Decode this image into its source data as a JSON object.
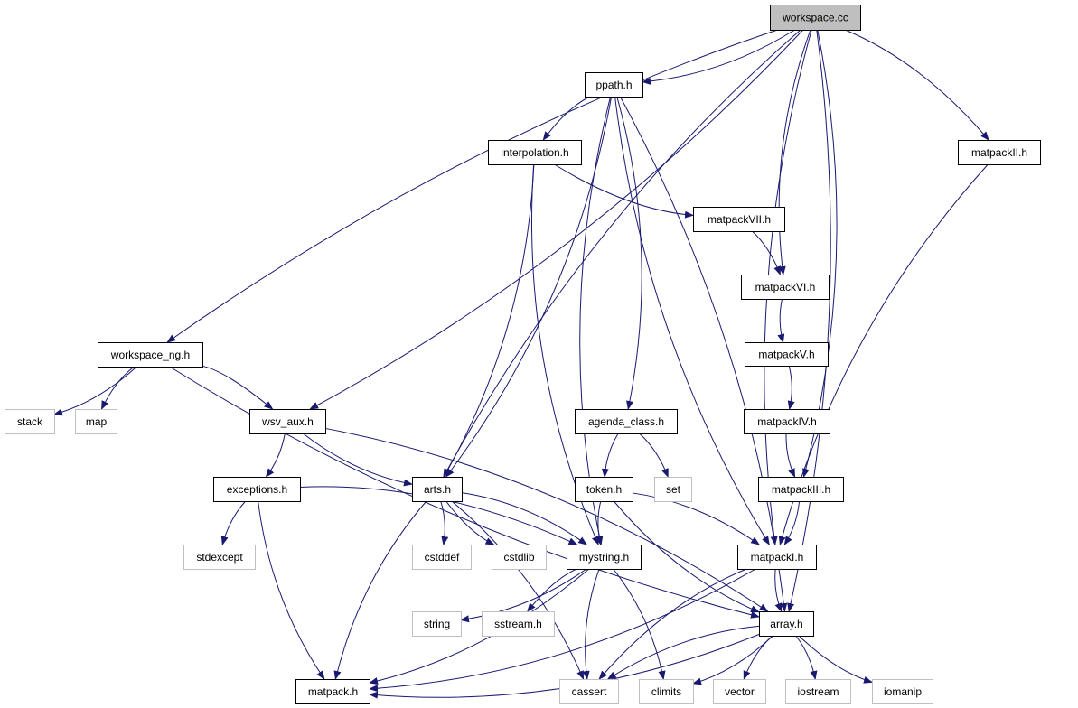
{
  "title": "workspace.cc include dependency graph",
  "colors": {
    "edge": "#191970",
    "root_fill": "#bfbfbf",
    "node_border": "#000000",
    "external_border": "#bfbfbf",
    "background": "#ffffff"
  },
  "nodes": [
    {
      "id": "workspace_cc",
      "label": "workspace.cc",
      "kind": "root"
    },
    {
      "id": "ppath_h",
      "label": "ppath.h",
      "kind": "local"
    },
    {
      "id": "matpackII_h",
      "label": "matpackII.h",
      "kind": "local"
    },
    {
      "id": "interpolation_h",
      "label": "interpolation.h",
      "kind": "local"
    },
    {
      "id": "matpackVII_h",
      "label": "matpackVII.h",
      "kind": "local"
    },
    {
      "id": "matpackVI_h",
      "label": "matpackVI.h",
      "kind": "local"
    },
    {
      "id": "matpackV_h",
      "label": "matpackV.h",
      "kind": "local"
    },
    {
      "id": "workspace_ng_h",
      "label": "workspace_ng.h",
      "kind": "local"
    },
    {
      "id": "stack",
      "label": "stack",
      "kind": "external"
    },
    {
      "id": "map",
      "label": "map",
      "kind": "external"
    },
    {
      "id": "wsv_aux_h",
      "label": "wsv_aux.h",
      "kind": "local"
    },
    {
      "id": "agenda_class_h",
      "label": "agenda_class.h",
      "kind": "local"
    },
    {
      "id": "matpackIV_h",
      "label": "matpackIV.h",
      "kind": "local"
    },
    {
      "id": "exceptions_h",
      "label": "exceptions.h",
      "kind": "local"
    },
    {
      "id": "arts_h",
      "label": "arts.h",
      "kind": "local"
    },
    {
      "id": "token_h",
      "label": "token.h",
      "kind": "local"
    },
    {
      "id": "set",
      "label": "set",
      "kind": "external"
    },
    {
      "id": "matpackIII_h",
      "label": "matpackIII.h",
      "kind": "local"
    },
    {
      "id": "stdexcept",
      "label": "stdexcept",
      "kind": "external"
    },
    {
      "id": "cstddef",
      "label": "cstddef",
      "kind": "external"
    },
    {
      "id": "cstdlib",
      "label": "cstdlib",
      "kind": "external"
    },
    {
      "id": "mystring_h",
      "label": "mystring.h",
      "kind": "local"
    },
    {
      "id": "matpackI_h",
      "label": "matpackI.h",
      "kind": "local"
    },
    {
      "id": "string",
      "label": "string",
      "kind": "external"
    },
    {
      "id": "sstream_h",
      "label": "sstream.h",
      "kind": "external"
    },
    {
      "id": "array_h",
      "label": "array.h",
      "kind": "local"
    },
    {
      "id": "matpack_h",
      "label": "matpack.h",
      "kind": "local"
    },
    {
      "id": "cassert",
      "label": "cassert",
      "kind": "external"
    },
    {
      "id": "climits",
      "label": "climits",
      "kind": "external"
    },
    {
      "id": "vector",
      "label": "vector",
      "kind": "external"
    },
    {
      "id": "iostream",
      "label": "iostream",
      "kind": "external"
    },
    {
      "id": "iomanip",
      "label": "iomanip",
      "kind": "external"
    }
  ],
  "edges": [
    {
      "from": "workspace_cc",
      "to": "ppath_h"
    },
    {
      "from": "workspace_cc",
      "to": "workspace_ng_h"
    },
    {
      "from": "workspace_cc",
      "to": "wsv_aux_h"
    },
    {
      "from": "workspace_cc",
      "to": "arts_h"
    },
    {
      "from": "workspace_cc",
      "to": "matpackII_h"
    },
    {
      "from": "workspace_cc",
      "to": "matpackVI_h"
    },
    {
      "from": "workspace_cc",
      "to": "matpackIII_h"
    },
    {
      "from": "workspace_cc",
      "to": "matpackI_h"
    },
    {
      "from": "workspace_cc",
      "to": "array_h"
    },
    {
      "from": "ppath_h",
      "to": "interpolation_h"
    },
    {
      "from": "ppath_h",
      "to": "arts_h"
    },
    {
      "from": "ppath_h",
      "to": "mystring_h"
    },
    {
      "from": "ppath_h",
      "to": "agenda_class_h"
    },
    {
      "from": "ppath_h",
      "to": "matpackI_h"
    },
    {
      "from": "ppath_h",
      "to": "array_h"
    },
    {
      "from": "interpolation_h",
      "to": "matpackVII_h"
    },
    {
      "from": "interpolation_h",
      "to": "arts_h"
    },
    {
      "from": "interpolation_h",
      "to": "mystring_h"
    },
    {
      "from": "matpackVII_h",
      "to": "matpackVI_h"
    },
    {
      "from": "matpackVI_h",
      "to": "matpackV_h"
    },
    {
      "from": "matpackV_h",
      "to": "matpackIV_h"
    },
    {
      "from": "matpackIV_h",
      "to": "matpackIII_h"
    },
    {
      "from": "matpackIII_h",
      "to": "matpackI_h"
    },
    {
      "from": "matpackII_h",
      "to": "matpackI_h"
    },
    {
      "from": "workspace_ng_h",
      "to": "stack"
    },
    {
      "from": "workspace_ng_h",
      "to": "map"
    },
    {
      "from": "workspace_ng_h",
      "to": "wsv_aux_h"
    },
    {
      "from": "workspace_ng_h",
      "to": "array_h"
    },
    {
      "from": "wsv_aux_h",
      "to": "exceptions_h"
    },
    {
      "from": "wsv_aux_h",
      "to": "arts_h"
    },
    {
      "from": "wsv_aux_h",
      "to": "array_h"
    },
    {
      "from": "agenda_class_h",
      "to": "token_h"
    },
    {
      "from": "agenda_class_h",
      "to": "set"
    },
    {
      "from": "exceptions_h",
      "to": "stdexcept"
    },
    {
      "from": "exceptions_h",
      "to": "mystring_h"
    },
    {
      "from": "exceptions_h",
      "to": "matpack_h"
    },
    {
      "from": "arts_h",
      "to": "cstddef"
    },
    {
      "from": "arts_h",
      "to": "cstdlib"
    },
    {
      "from": "arts_h",
      "to": "mystring_h"
    },
    {
      "from": "arts_h",
      "to": "matpack_h"
    },
    {
      "from": "arts_h",
      "to": "cassert"
    },
    {
      "from": "token_h",
      "to": "mystring_h"
    },
    {
      "from": "token_h",
      "to": "matpackI_h"
    },
    {
      "from": "token_h",
      "to": "array_h"
    },
    {
      "from": "mystring_h",
      "to": "string"
    },
    {
      "from": "mystring_h",
      "to": "sstream_h"
    },
    {
      "from": "mystring_h",
      "to": "matpack_h"
    },
    {
      "from": "mystring_h",
      "to": "cassert"
    },
    {
      "from": "mystring_h",
      "to": "climits"
    },
    {
      "from": "matpackI_h",
      "to": "array_h"
    },
    {
      "from": "matpackI_h",
      "to": "matpack_h"
    },
    {
      "from": "matpackI_h",
      "to": "cassert"
    },
    {
      "from": "array_h",
      "to": "matpack_h"
    },
    {
      "from": "array_h",
      "to": "cassert"
    },
    {
      "from": "array_h",
      "to": "climits"
    },
    {
      "from": "array_h",
      "to": "vector"
    },
    {
      "from": "array_h",
      "to": "iostream"
    },
    {
      "from": "array_h",
      "to": "iomanip"
    }
  ]
}
